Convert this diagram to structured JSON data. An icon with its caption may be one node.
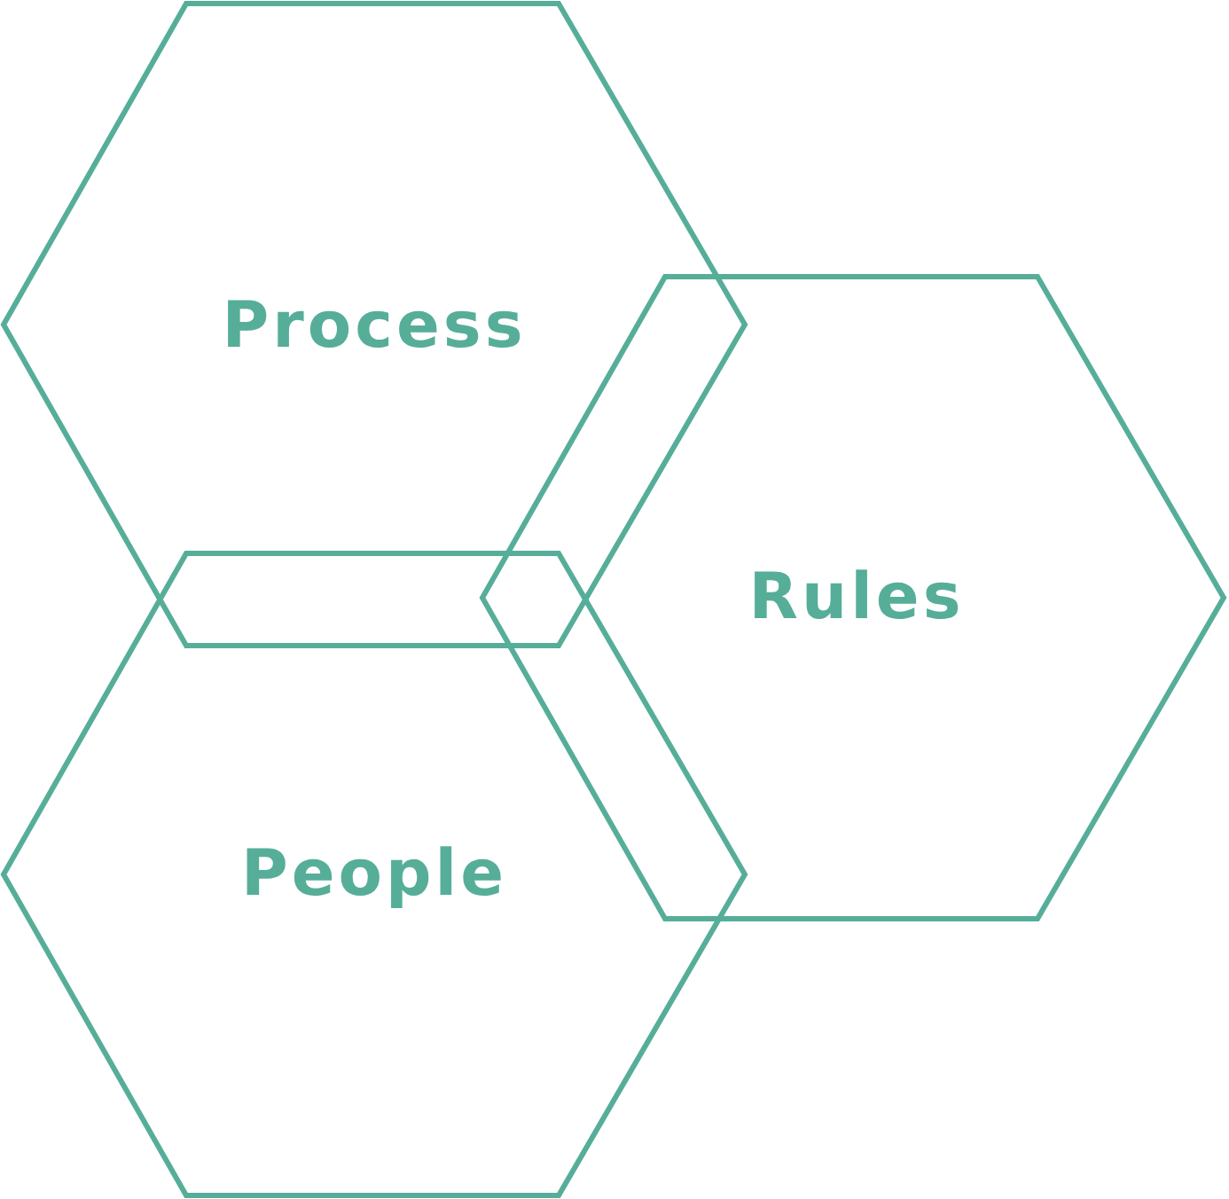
{
  "diagram": {
    "nodes": [
      {
        "text": [
          "Process"
        ]
      },
      {
        "text": [
          "Rules"
        ]
      },
      {
        "text": [
          "People"
        ]
      }
    ],
    "edges": []
  }
}
